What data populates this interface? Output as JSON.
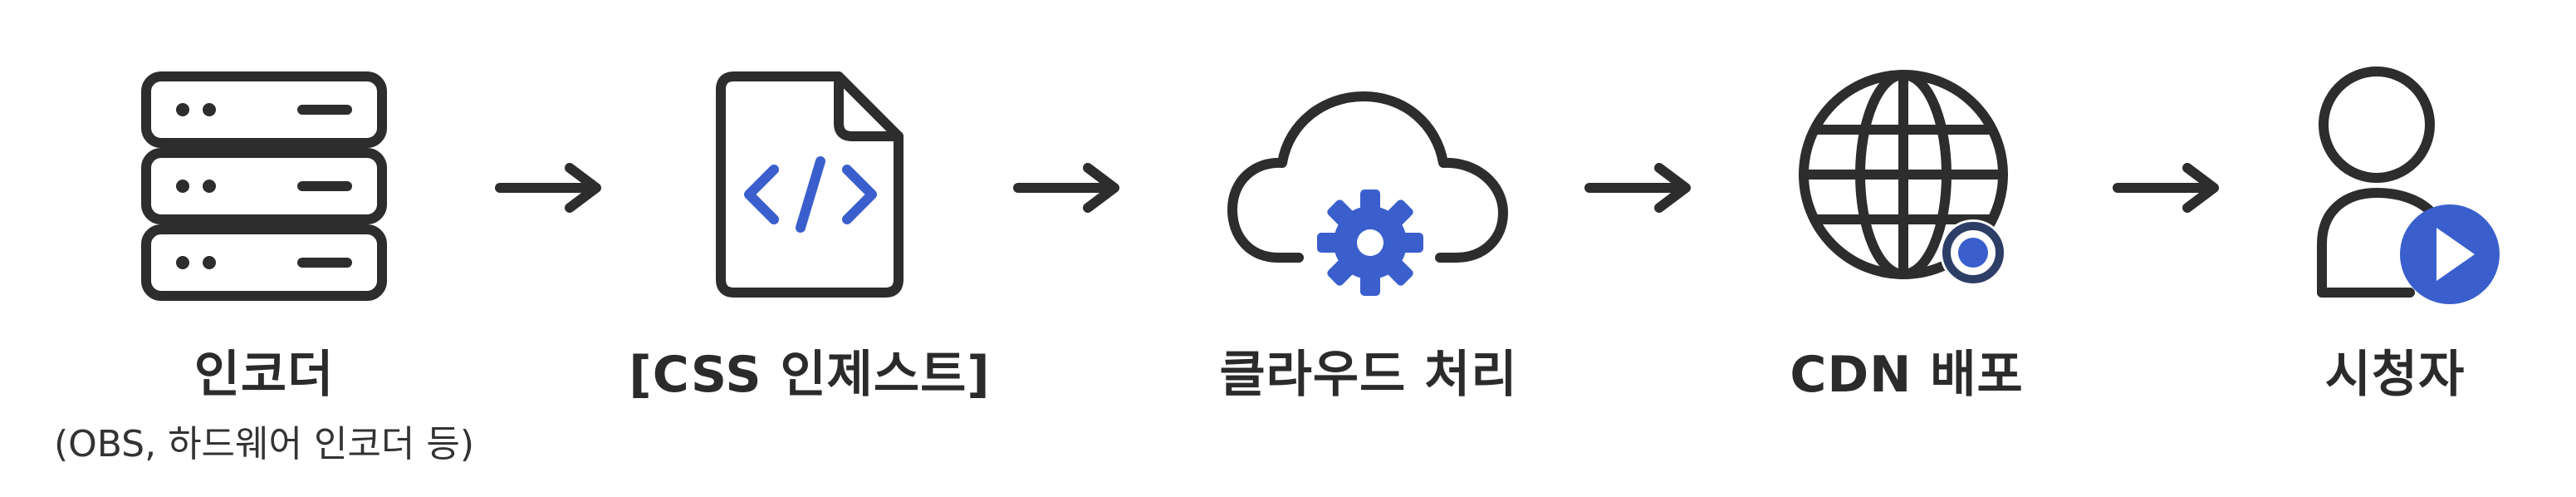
{
  "diagram": {
    "stroke_color": "#2d2d2d",
    "accent_color": "#3a5fcd",
    "steps": [
      {
        "id": "encoder",
        "icon": "server-icon",
        "label": "인코더",
        "sublabel": "(OBS, 하드웨어 인코더 등)"
      },
      {
        "id": "manifest",
        "icon": "code-file-icon",
        "label": "[CSS 인제스트]"
      },
      {
        "id": "cloud",
        "icon": "cloud-gear-icon",
        "label": "클라우드 처리"
      },
      {
        "id": "cdn",
        "icon": "globe-icon",
        "label": "CDN 배포"
      },
      {
        "id": "viewer",
        "icon": "user-play-icon",
        "label": "시청자"
      }
    ]
  }
}
